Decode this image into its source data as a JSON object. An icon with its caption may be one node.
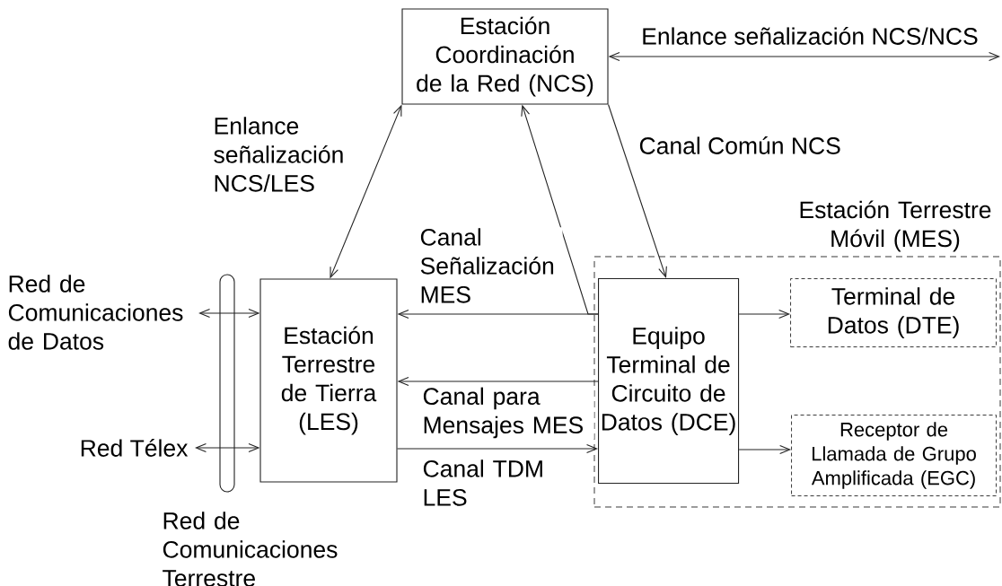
{
  "diagram": {
    "nodes": [
      {
        "text": [
          "Estación Coordinación de la Red (NCS)"
        ]
      },
      {
        "text": [
          "Estación Terrestre Móvil (MES)"
        ]
      },
      {
        "text": [
          "Estación Terrestre de Tierra (LES)"
        ]
      },
      {
        "text": [
          "Equipo Terminal de Circuito de Datos (DCE)"
        ],
        "in": 1
      },
      {
        "text": [
          "Terminal de Datos (DTE)"
        ],
        "in": 1
      },
      {
        "text": [
          "Receptor de Llamada de Grupo Amplificada (EGC)"
        ],
        "in": 1
      },
      {
        "text": [
          "Red de Comunicaciones de Datos"
        ]
      },
      {
        "text": [
          "Red Télex"
        ]
      }
    ],
    "labels": [
      "Red de Comunicaciones Terrestre"
    ],
    "edges": [
      {
        "from": 0,
        "to": 2,
        "arrow": "both",
        "label": "Enlance señalización NCS/LES"
      },
      {
        "from": 0,
        "to": null,
        "arrow": "both",
        "label": "Enlance señalización NCS/NCS"
      },
      {
        "from": 3,
        "to": 2,
        "arrow": "to",
        "label": "Canal Señalización MES"
      },
      {
        "from": 3,
        "to": 0,
        "arrow": "to"
      },
      {
        "from": 0,
        "to": 3,
        "arrow": "to",
        "label": "Canal Común NCS"
      },
      {
        "from": 3,
        "to": 2,
        "arrow": "to",
        "label": "Canal para Mensajes MES"
      },
      {
        "from": 2,
        "to": 3,
        "arrow": "to",
        "label": "Canal TDM LES"
      },
      {
        "from": 3,
        "to": 4,
        "arrow": "to"
      },
      {
        "from": 3,
        "to": 5,
        "arrow": "to"
      },
      {
        "from": 6,
        "to": 2,
        "arrow": "both"
      },
      {
        "from": 7,
        "to": 2,
        "arrow": "both"
      }
    ]
  }
}
